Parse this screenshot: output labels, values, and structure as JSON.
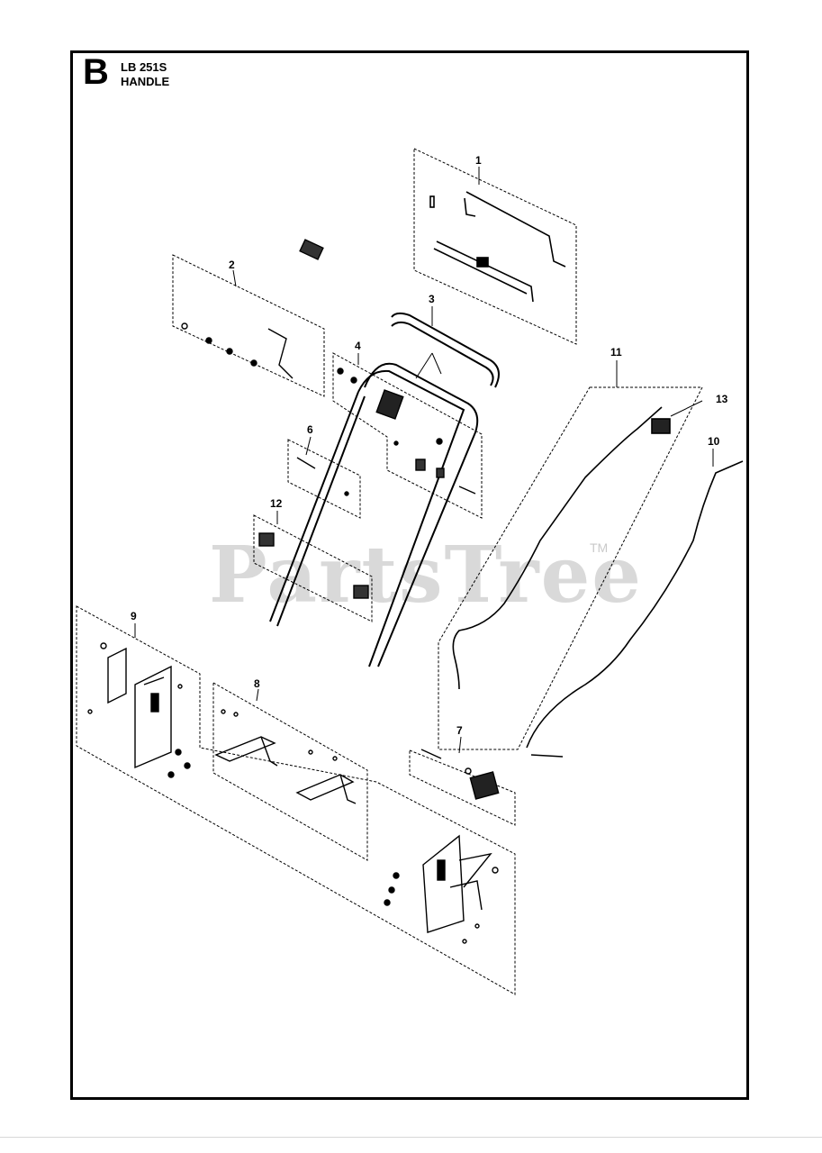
{
  "header": {
    "section": "B",
    "model": "LB 251S",
    "name": "HANDLE"
  },
  "watermark": {
    "text": "PartsTree",
    "mark": "TM"
  },
  "callouts": [
    "1",
    "2",
    "3",
    "4",
    "6",
    "12",
    "9",
    "8",
    "11",
    "13",
    "10",
    "7"
  ],
  "colors": {
    "line": "#000000",
    "watermark": "#9a9a9a"
  }
}
